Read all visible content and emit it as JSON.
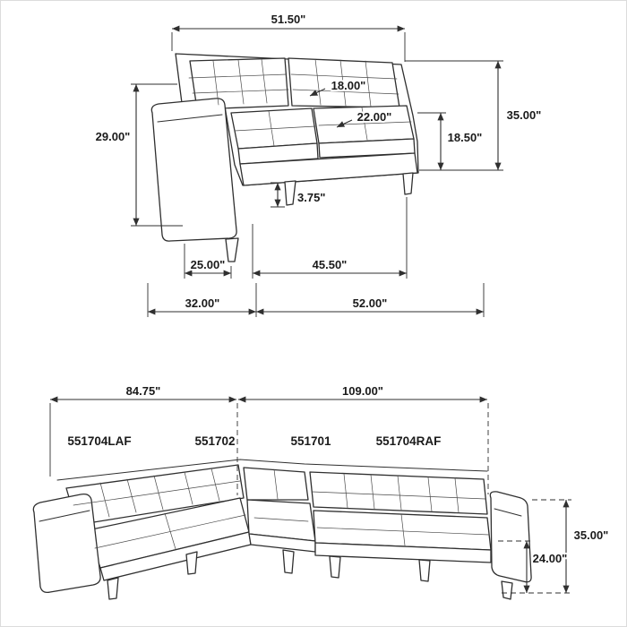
{
  "colors": {
    "background": "#ffffff",
    "ink": "#2f2f2f"
  },
  "top_view": {
    "dims": {
      "overall_back_width": "51.50\"",
      "back_cushion": "18.00\"",
      "seat_depth": "22.00\"",
      "arm_height": "29.00\"",
      "overall_height": "35.00\"",
      "seat_height": "18.50\"",
      "leg_height": "3.75\"",
      "arm_front_depth": "25.00\"",
      "seat_width": "45.50\"",
      "side_depth": "32.00\"",
      "overall_width": "52.00\""
    }
  },
  "sectional_view": {
    "dims": {
      "left_overall_width": "84.75\"",
      "right_overall_width": "109.00\"",
      "overall_height": "35.00\"",
      "arm_height": "24.00\""
    },
    "labels": {
      "laf": "551704LAF",
      "corner": "551702",
      "armless": "551701",
      "raf": "551704RAF"
    }
  }
}
